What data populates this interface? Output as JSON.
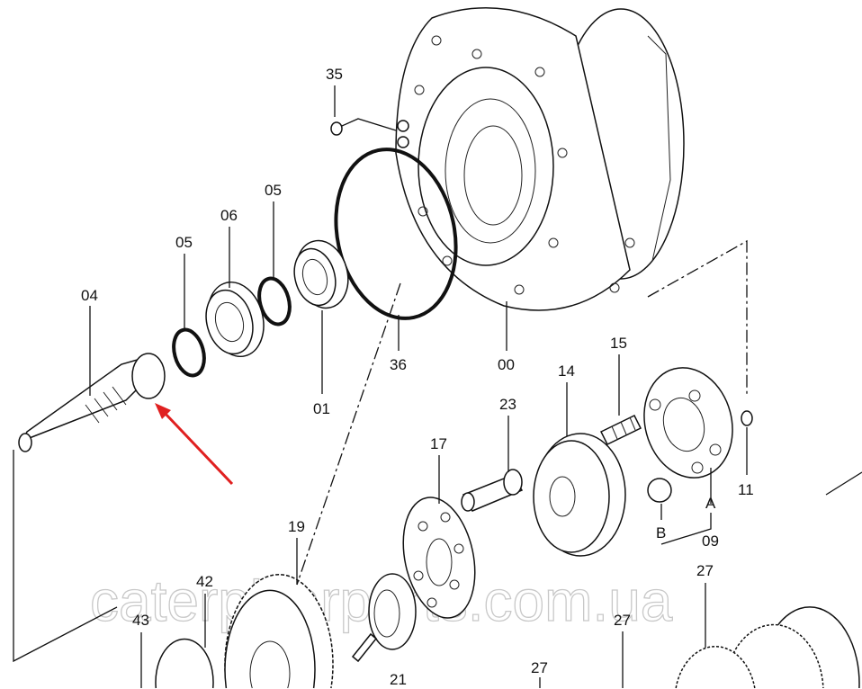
{
  "diagram": {
    "watermark": "caterpillarparts.com.ua",
    "labels": {
      "l35": "35",
      "l06": "06",
      "l05a": "05",
      "l05b": "05",
      "l04": "04",
      "l36": "36",
      "l00": "00",
      "l01": "01",
      "l15": "15",
      "l14": "14",
      "l23": "23",
      "l17": "17",
      "l11": "11",
      "lA": "A",
      "lB": "B",
      "l09": "09",
      "l19": "19",
      "l42": "42",
      "l43": "43",
      "l27a": "27",
      "l27b": "27",
      "l27c": "27",
      "l21": "21"
    },
    "colors": {
      "arrow": "#e02020",
      "ink": "#111111"
    }
  }
}
